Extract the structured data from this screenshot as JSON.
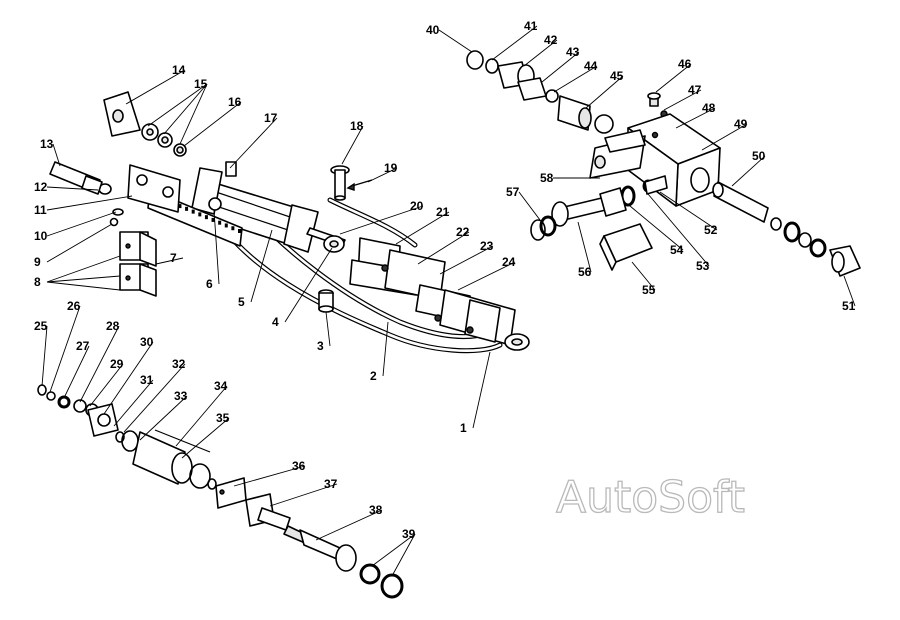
{
  "labels": [
    "1",
    "2",
    "3",
    "4",
    "5",
    "6",
    "7",
    "8",
    "9",
    "10",
    "11",
    "12",
    "13",
    "14",
    "15",
    "16",
    "17",
    "18",
    "19",
    "20",
    "21",
    "22",
    "23",
    "24",
    "25",
    "26",
    "27",
    "28",
    "29",
    "30",
    "31",
    "32",
    "33",
    "34",
    "35",
    "36",
    "37",
    "38",
    "39",
    "40",
    "41",
    "42",
    "43",
    "44",
    "45",
    "46",
    "47",
    "48",
    "49",
    "50",
    "51",
    "52",
    "53",
    "54",
    "55",
    "56",
    "57",
    "58"
  ],
  "watermark": "AutoSoft"
}
